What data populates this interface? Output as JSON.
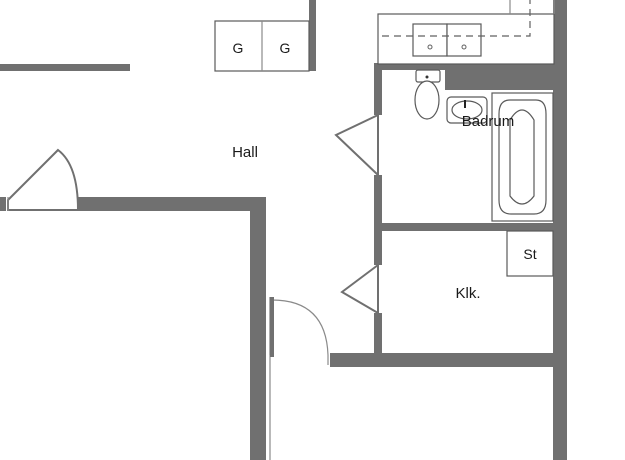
{
  "rooms": {
    "hall": "Hall",
    "bathroom": "Badrum",
    "closet": "Klk.",
    "storage": "St",
    "wardrobe_left": "G",
    "wardrobe_right": "G"
  },
  "colors": {
    "wall": "#707070",
    "line": "#8a8a8a",
    "background": "#ffffff"
  }
}
